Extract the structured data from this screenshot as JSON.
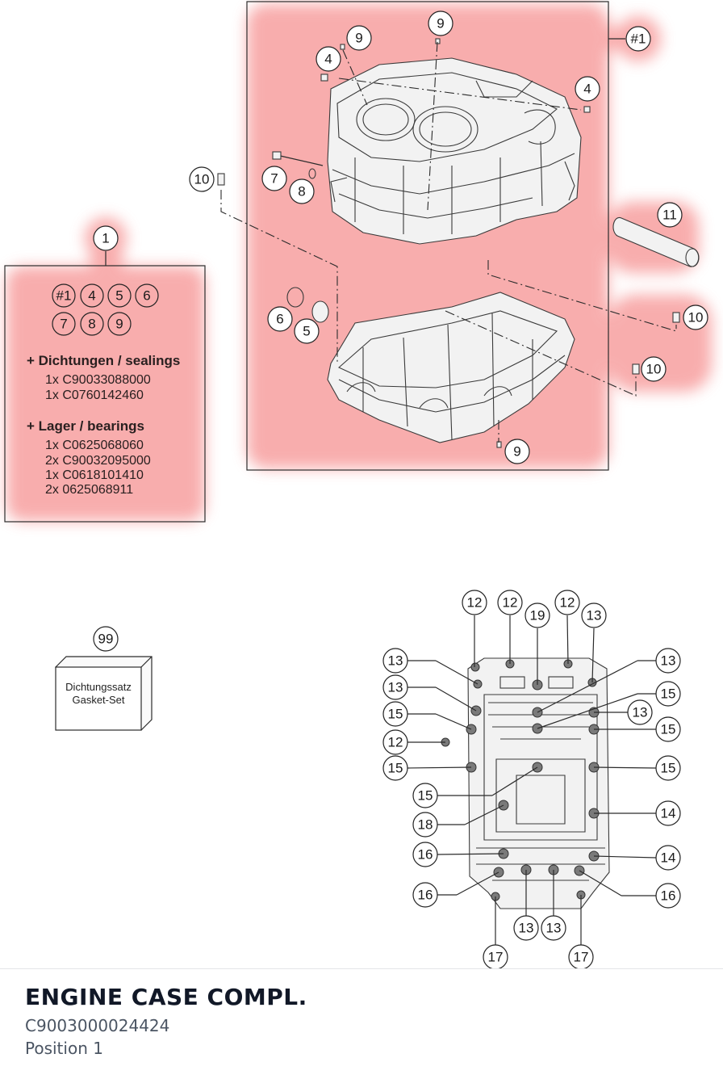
{
  "kit": {
    "callout": "1",
    "refs_row1": [
      "#1",
      "4",
      "5",
      "6"
    ],
    "refs_row2": [
      "7",
      "8",
      "9"
    ],
    "sealings_heading": "+ Dichtungen / sealings",
    "sealings": [
      "1x C90033088000",
      "1x C0760142460"
    ],
    "bearings_heading": "+ Lager / bearings",
    "bearings": [
      "1x C0625068060",
      "2x C90032095000",
      "1x C0618101410",
      "2x 0625068911"
    ]
  },
  "gasket_set": {
    "callout": "99",
    "line1": "Dichtungssatz",
    "line2": "Gasket-Set"
  },
  "callouts": {
    "c1": "9",
    "c2": "4",
    "c3": "9",
    "c4": "#1",
    "c5": "4",
    "c6": "10",
    "c7": "7",
    "c8": "8",
    "c9": "11",
    "c10": "6",
    "c11": "5",
    "c12": "10",
    "c13": "10",
    "c14": "9",
    "b1": "12",
    "b2": "12",
    "b3": "19",
    "b4": "12",
    "b5": "13",
    "b6": "13",
    "b7": "13",
    "b8": "13",
    "b9": "15",
    "b10": "15",
    "b11": "13",
    "b12": "12",
    "b13": "15",
    "b14": "15",
    "b15": "15",
    "b16": "15",
    "b17": "18",
    "b18": "14",
    "b19": "16",
    "b20": "14",
    "b21": "16",
    "b22": "16",
    "b23": "13",
    "b24": "13",
    "b25": "17",
    "b26": "17"
  },
  "colors": {
    "highlight": "#f47b7b",
    "ink": "#2b2b2b"
  },
  "footer": {
    "title": "ENGINE CASE COMPL.",
    "part_number": "C9003000024424",
    "position": "Position 1"
  }
}
